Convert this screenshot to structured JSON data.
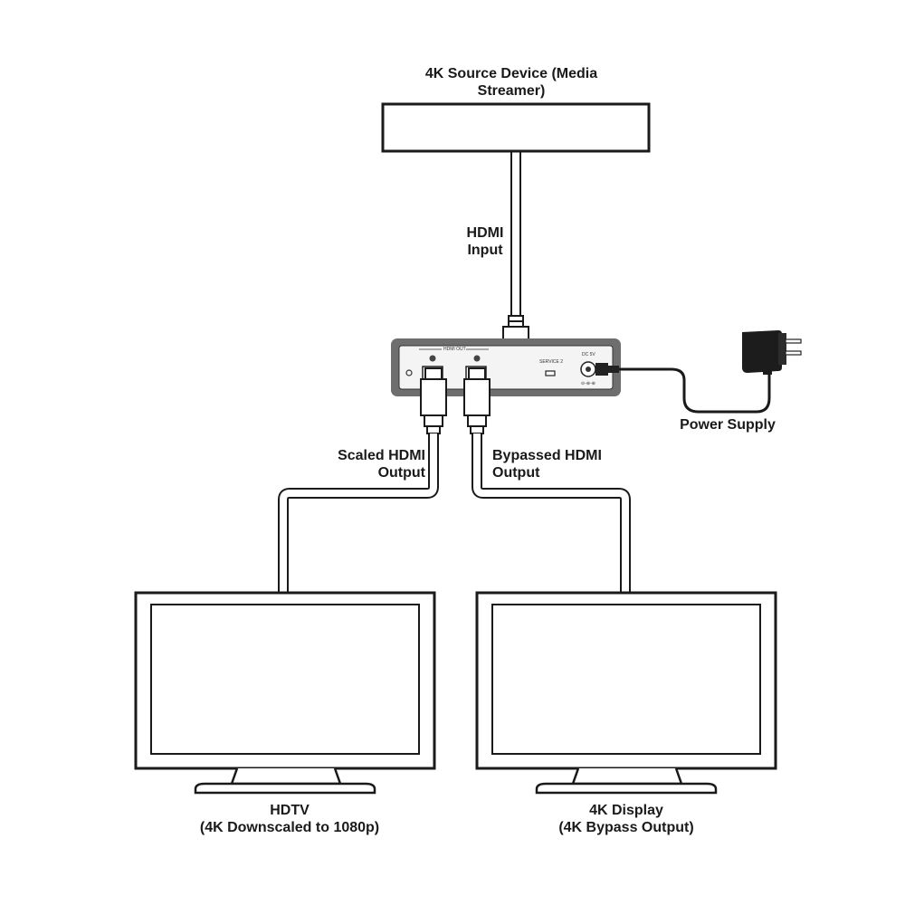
{
  "source": {
    "title_line1": "4K Source Device (Media",
    "title_line2": "Streamer)"
  },
  "hdmi_input": {
    "line1": "HDMI",
    "line2": "Input"
  },
  "power_supply": {
    "label": "Power Supply"
  },
  "scaled_output": {
    "line1": "Scaled HDMI",
    "line2": "Output"
  },
  "bypassed_output": {
    "line1": "Bypassed HDMI",
    "line2": "Output"
  },
  "device_panel": {
    "hdmi_out": "HDMI OUT",
    "service": "SERVICE 2",
    "dc": "DC 5V"
  },
  "hdtv": {
    "line1": "HDTV",
    "line2": "(4K Downscaled to 1080p)"
  },
  "display_4k": {
    "line1": "4K Display",
    "line2": "(4K Bypass Output)"
  },
  "colors": {
    "line": "#1a1a1a",
    "panel": "#6e6e6e",
    "face": "#f4f4f4"
  }
}
